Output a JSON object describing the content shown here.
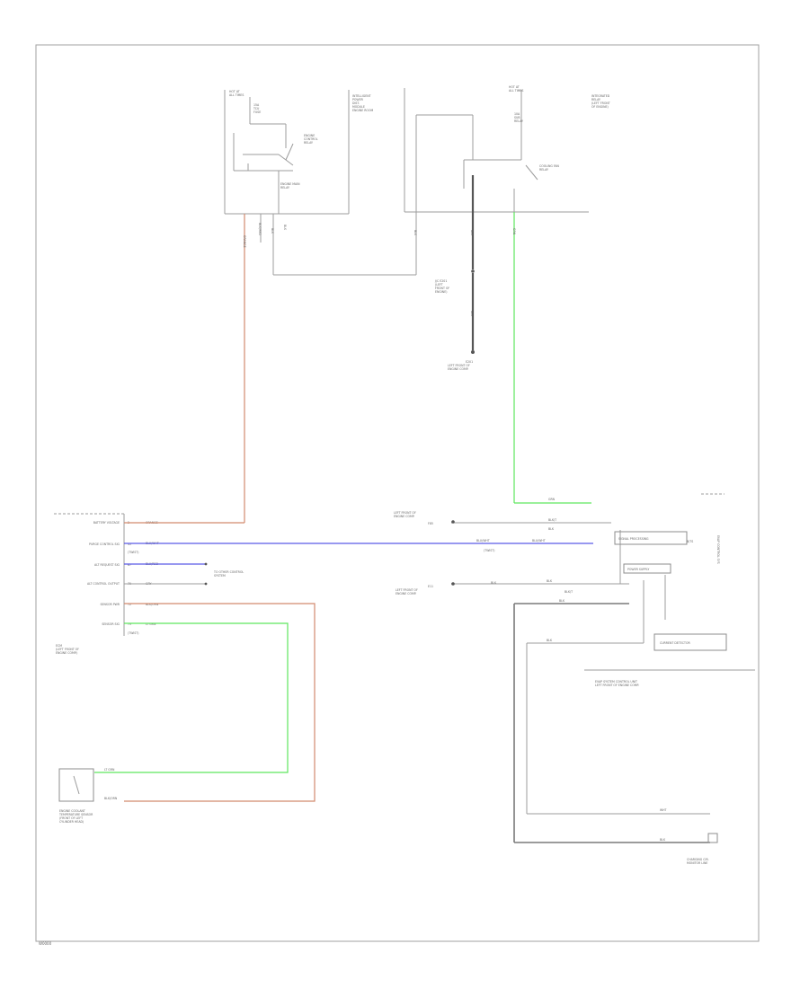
{
  "diagram": {
    "footer_code": "W0000",
    "label_groups": [
      {
        "id": "fuse-block-left",
        "lines": [
          "HOT AT",
          "ALL TIMES"
        ]
      },
      {
        "id": "fuse-left",
        "lines": [
          "15A",
          "TCU",
          "FUSE"
        ]
      },
      {
        "id": "power-relay",
        "lines": [
          "ENGINE",
          "CONTROL",
          "RELAY"
        ]
      },
      {
        "id": "relay-main-label",
        "lines": [
          "ENGINE MAIN",
          "RELAY"
        ]
      },
      {
        "id": "ipdm-left",
        "lines": [
          "INTELLIGENT",
          "POWER",
          "DIST.",
          "MODULE",
          "ENGINE ROOM"
        ]
      },
      {
        "id": "fuse-block-right",
        "lines": [
          "HOT AT",
          "ALL TIMES"
        ]
      },
      {
        "id": "fuse-right",
        "lines": [
          "10A",
          "SUB",
          "RELAY"
        ]
      },
      {
        "id": "ipdm-right",
        "lines": [
          "INTEGRATED",
          "RELAY",
          "(LEFT FRONT",
          "OF ENGINE)"
        ]
      },
      {
        "id": "cooling-relay",
        "lines": [
          "COOLING FAN",
          "RELAY"
        ]
      },
      {
        "id": "joint-connector",
        "lines": [
          "J/C E201",
          "(LEFT",
          "FRONT OF",
          "ENGINE)"
        ]
      },
      {
        "id": "ground-e201",
        "lines": [
          "E201",
          "LEFT FRONT OF",
          "ENGINE COMP."
        ]
      },
      {
        "id": "ecm-box-title",
        "lines": [
          "ECM",
          "(LEFT FRONT OF",
          "ENGINE COMP.)"
        ]
      },
      {
        "id": "ground-left-front",
        "lines": [
          "LEFT FRONT OF",
          "ENGINE COMP.",
          "F85"
        ]
      },
      {
        "id": "ground-e11",
        "lines": [
          "E11",
          "LEFT FRONT OF",
          "ENGINE COMP."
        ]
      },
      {
        "id": "right-module-title",
        "lines": [
          "EVAP SYSTEM CONTROL UNIT",
          "LEFT FRONT OF ENGINE COMP."
        ]
      },
      {
        "id": "sensor-title",
        "lines": [
          "ENGINE COOLANT",
          "TEMPERATURE SENSOR",
          "(FRONT OF LEFT",
          "CYLINDER HEAD)"
        ]
      },
      {
        "id": "right-sensor-title",
        "lines": [
          "CHARGING CIR.",
          "MONITOR LINE"
        ]
      }
    ],
    "ecm_pins": [
      {
        "id": "pin-ecu-power",
        "label": "BATTERY VOLTAGE",
        "pin": "2",
        "wire": "ORANGE"
      },
      {
        "id": "pin-can-h",
        "label": "PURGE CONTROL SIG",
        "pin": "45",
        "wire": "BLU/WHT"
      },
      {
        "id": "pin-can-l",
        "label": "ALT REQUEST SIG",
        "pin": "87",
        "wire": "BLU/RED"
      },
      {
        "id": "pin-ground-sig",
        "label": "ALT CONTROL OUTPUT",
        "pin": "79",
        "wire": "GRY"
      },
      {
        "id": "pin-sensor-pwr",
        "label": "SENSOR PWR",
        "pin": "72",
        "wire": "BLK/ORN"
      },
      {
        "id": "pin-sensor-sig",
        "label": "SENSOR SIG",
        "pin": "73",
        "wire": "LT GRN"
      }
    ],
    "ecm_pin_subtexts": [
      "(TWIST)",
      "(TWIST)"
    ],
    "ecm_right_labels": [
      {
        "id": "lbl-to-cooling",
        "lines": [
          "TO OTHER CONTROL",
          "SYSTEM"
        ]
      }
    ],
    "right_wire_labels": [
      {
        "id": "rw-green",
        "text": "GRN"
      },
      {
        "id": "rw-ground-wht",
        "text": "BLK/T"
      },
      {
        "id": "rw-blk",
        "text": "BLK"
      },
      {
        "id": "rw-blu-wht",
        "text": "BLU/WHT"
      },
      {
        "id": "rw-blu-wht-left",
        "text": "BLU/WHT"
      },
      {
        "id": "rw-twist",
        "text": "(TWIST)"
      },
      {
        "id": "rw-blk2",
        "text": "BLK"
      },
      {
        "id": "rw-blk3",
        "text": "BLK/T"
      },
      {
        "id": "rw-blk4",
        "text": "BLK"
      },
      {
        "id": "rw-wht",
        "text": "WHT"
      },
      {
        "id": "rw-wht2",
        "text": "BLK"
      },
      {
        "id": "rw-wht3",
        "text": "BLK"
      },
      {
        "id": "rw-red",
        "text": "BLK"
      },
      {
        "id": "rw-sensor-grn",
        "text": "LT GRN"
      },
      {
        "id": "rw-sensor-blk",
        "text": "BLK/ORN"
      }
    ],
    "vertical_wire_labels": [
      {
        "id": "vw-orange",
        "text": "ORANGE"
      },
      {
        "id": "vw-a",
        "text": "BLK/RED"
      },
      {
        "id": "vw-b",
        "text": "BLK"
      },
      {
        "id": "vw-c",
        "text": "BLK"
      },
      {
        "id": "vw-d",
        "text": "BLK"
      },
      {
        "id": "vw-e",
        "text": "BLK"
      },
      {
        "id": "vw-f",
        "text": "BLK"
      },
      {
        "id": "vw-green",
        "text": "GRN"
      }
    ],
    "right_module_boxes": [
      {
        "id": "rm-box-top",
        "text": "SIGNAL PROCESSING"
      },
      {
        "id": "rm-box-mid",
        "text": "POWER SUPPLY"
      },
      {
        "id": "rm-box-bottom",
        "text": "CURRENT DETECTOR"
      }
    ],
    "right_module_vertical": "EVAP CONTROL SYS",
    "right_module_corner": "B/TS"
  }
}
